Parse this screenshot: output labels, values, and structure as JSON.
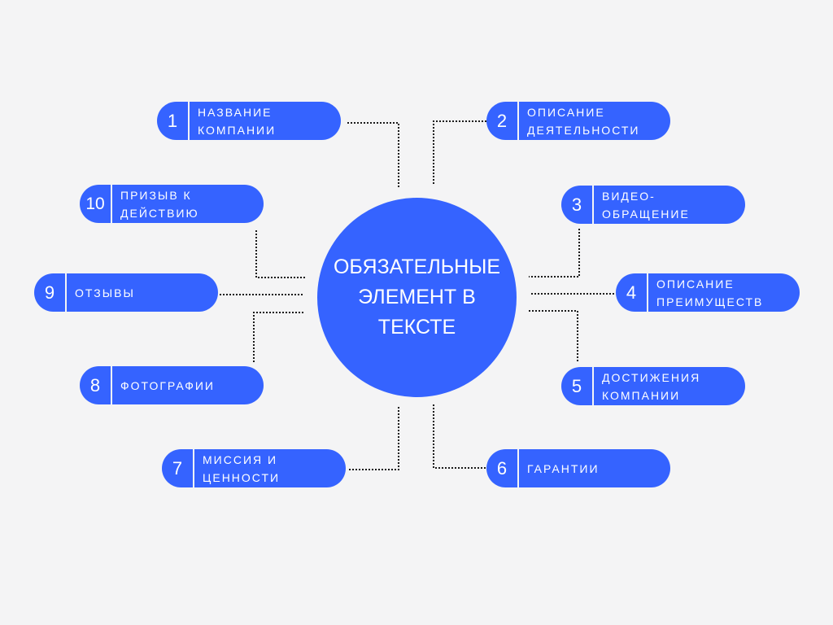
{
  "center": {
    "title": "ОБЯЗАТЕЛЬНЫЕ\nЭЛЕМЕНТ В\nТЕКСТЕ"
  },
  "items": [
    {
      "number": "1",
      "label": "НАЗВАНИЕ\nКОМПАНИИ"
    },
    {
      "number": "2",
      "label": "ОПИСАНИЕ\nДЕЯТЕЛЬНОСТИ"
    },
    {
      "number": "3",
      "label": "ВИДЕО-\nОБРАЩЕНИЕ"
    },
    {
      "number": "4",
      "label": "ОПИСАНИЕ\nПРЕИМУЩЕСТВ"
    },
    {
      "number": "5",
      "label": "ДОСТИЖЕНИЯ\nКОМПАНИИ"
    },
    {
      "number": "6",
      "label": "ГАРАНТИИ"
    },
    {
      "number": "7",
      "label": "МИССИЯ И\nЦЕННОСТИ"
    },
    {
      "number": "8",
      "label": "ФОТОГРАФИИ"
    },
    {
      "number": "9",
      "label": "ОТЗЫВЫ"
    },
    {
      "number": "10",
      "label": "ПРИЗЫВ К\nДЕЙСТВИЮ"
    }
  ],
  "colors": {
    "accent": "#3563ff",
    "background": "#f4f4f5",
    "connector": "#1a1a1a",
    "text": "#ffffff"
  }
}
